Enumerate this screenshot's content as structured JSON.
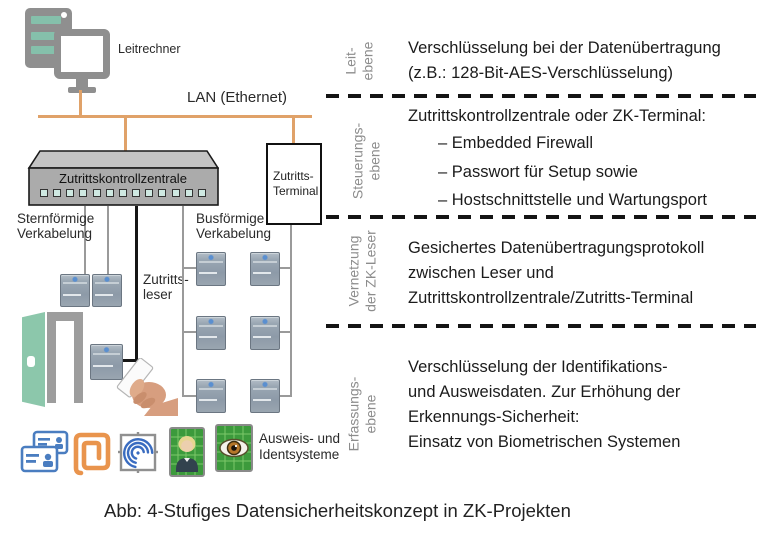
{
  "diagram": {
    "leitrechner": "Leitrechner",
    "lan": "LAN (Ethernet)",
    "zentrale": "Zutrittskontrollzentrale",
    "zentrale_port_count": 13,
    "terminal_lines": [
      "Zutritts-",
      "Terminal"
    ],
    "star_wiring_lines": [
      "Sternförmige",
      "Verkabelung"
    ],
    "bus_wiring_lines": [
      "Busförmige",
      "Verkabelung"
    ],
    "reader_lines": [
      "Zutritts-",
      "leser"
    ],
    "ident_lines": [
      "Ausweis- und",
      "Identsysteme"
    ]
  },
  "levels": [
    {
      "label_lines": [
        "Leit-",
        "ebene"
      ],
      "lines": [
        "Verschlüsselung bei der Datenübertragung",
        "(z.B.: 128-Bit-AES-Verschlüsselung)"
      ]
    },
    {
      "label_lines": [
        "Steuerungs-",
        "ebene"
      ],
      "heading": "Zutrittskontrollzentrale oder ZK-Terminal:",
      "bullets": [
        "– Embedded Firewall",
        "– Passwort für Setup sowie",
        "– Hostschnittstelle und Wartungsport"
      ]
    },
    {
      "label_lines": [
        "Vernetzung",
        "der ZK-Leser"
      ],
      "lines": [
        "Gesichertes Datenübertragungsprotokoll",
        "zwischen Leser und",
        "Zutrittskontrollzentrale/Zutritts-Terminal"
      ]
    },
    {
      "label_lines": [
        "Erfassungs-",
        "ebene"
      ],
      "lines": [
        "Verschlüsselung der Identifikations-",
        "und Ausweisdaten. Zur Erhöhung der",
        "Erkennungs-Sicherheit:",
        "Einsatz von Biometrischen Systemen"
      ]
    }
  ],
  "caption": "Abb: 4-Stufiges Datensicherheitskonzept in ZK-Projekten",
  "colors": {
    "lan_line": "#e0a269",
    "wiring_gray": "#9a9a9a",
    "reader_line_black": "#161616",
    "door_teal": "#8cc7ab",
    "server_teal": "#85c0ab",
    "icon_blue": "#4a7dc0",
    "icon_orange": "#e9944d",
    "icon_green": "#3c9a3c",
    "rotated_label_gray": "#8c8c8c"
  }
}
